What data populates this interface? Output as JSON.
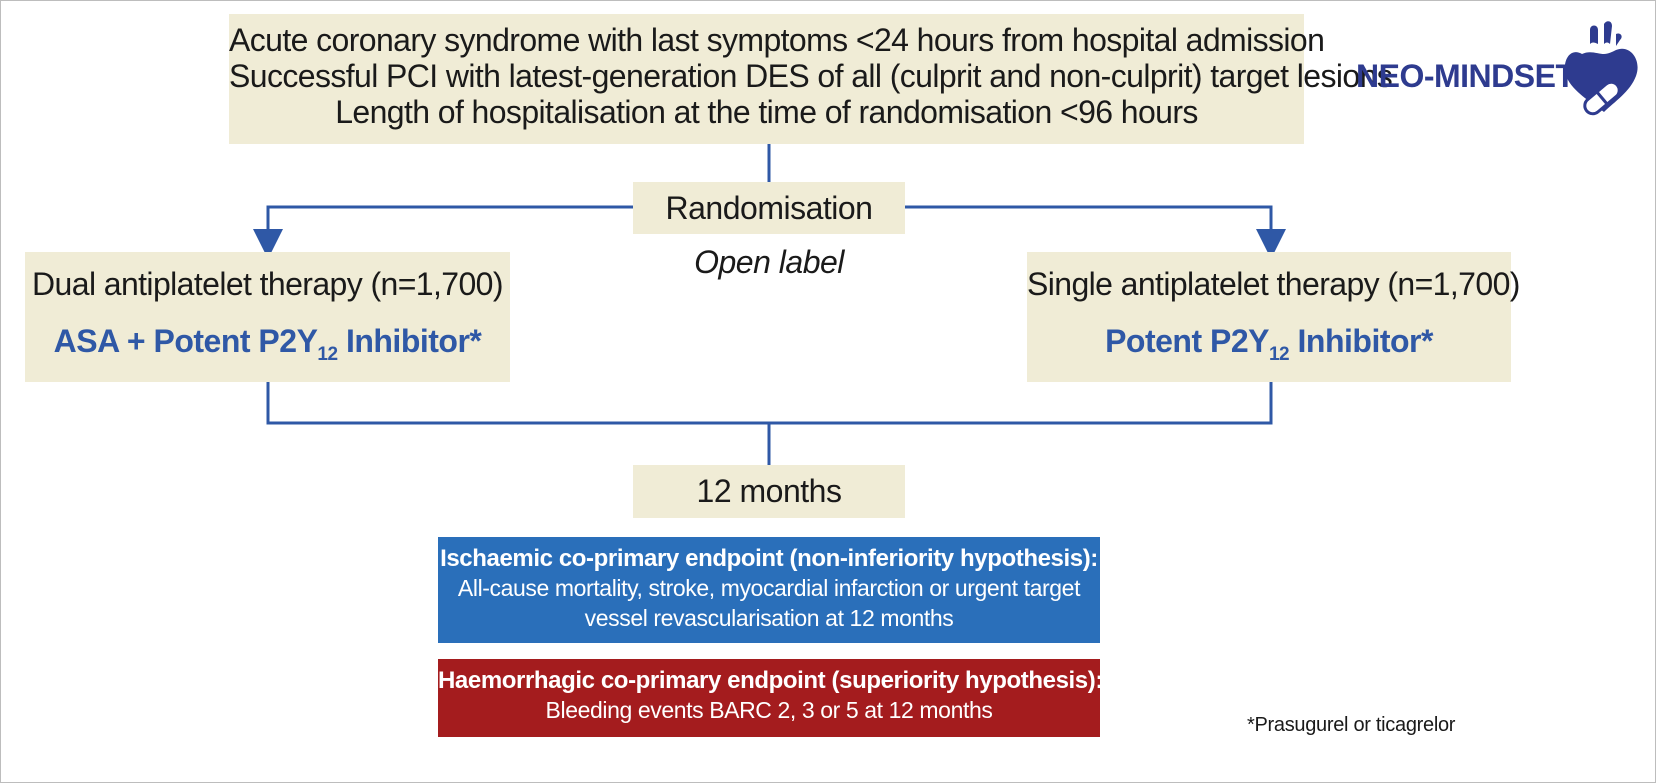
{
  "inclusion_criteria": [
    "Acute coronary syndrome with last symptoms <24 hours from hospital admission",
    "Successful PCI with latest-generation DES of all (culprit and non-culprit) target lesions",
    "Length of hospitalisation at the time of randomisation <96 hours"
  ],
  "randomisation": "Randomisation",
  "open_label": "Open label",
  "arms": {
    "dapt": {
      "title": "Dual antiplatelet therapy (n=1,700)",
      "drug_prefix": "ASA + Potent P2Y",
      "drug_sub": "12",
      "drug_suffix": " Inhibitor*"
    },
    "sapt": {
      "title": "Single antiplatelet therapy (n=1,700)",
      "drug_prefix": "Potent P2Y",
      "drug_sub": "12",
      "drug_suffix": " Inhibitor*"
    }
  },
  "followup": "12 months",
  "endpoints": {
    "ischaemic": {
      "title": "Ischaemic co-primary endpoint (non-inferiority hypothesis):",
      "description": "All-cause mortality, stroke, myocardial infarction or urgent target vessel revascularisation at 12 months"
    },
    "haemorrhagic": {
      "title": "Haemorrhagic co-primary endpoint (superiority hypothesis):",
      "description": "Bleeding events BARC 2, 3 or 5 at 12 months"
    }
  },
  "brand": "NEO-MINDSET",
  "footnote": "*Prasugurel or ticagrelor",
  "colors": {
    "box_fill": "#f0ecd6",
    "line": "#2f58a6",
    "drug_text": "#2f58a6",
    "ischaemic_fill": "#2a6fba",
    "haemorrhagic_fill": "#a41c1e",
    "brand": "#2e3b8f"
  }
}
